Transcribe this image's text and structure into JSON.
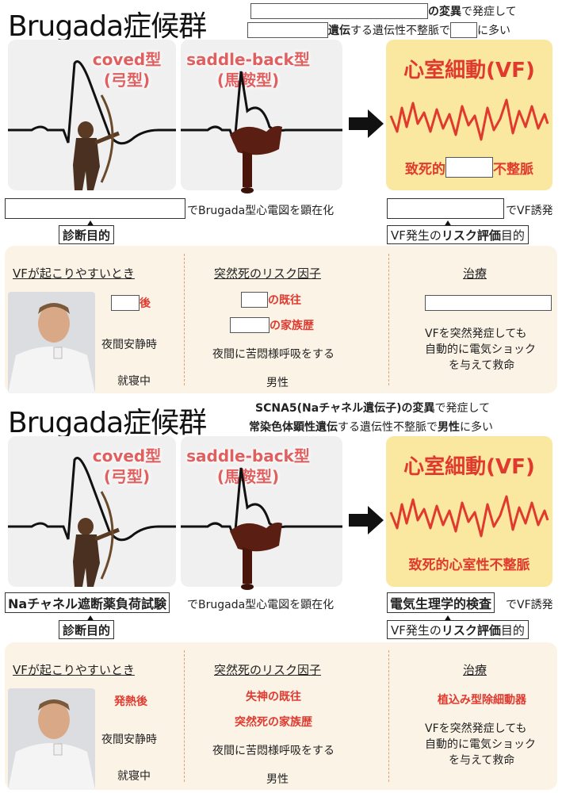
{
  "title": "Brugada症候群",
  "top": {
    "line1_suffix_bold": "の変異",
    "line1_suffix": "で発症して",
    "line2_bold": "遺伝",
    "line2_mid": "する遺伝性不整脈で",
    "line2_end": "に多い"
  },
  "bottom": {
    "line1_bold": "SCNA5(Naチャネル遺伝子)の変異",
    "line1_suffix": "で発症して",
    "line2_bold": "常染色体顕性遺伝",
    "line2_mid": "する遺伝性不整脈で",
    "line2_bold2": "男性",
    "line2_end": "に多い",
    "vf_sub_answer": "心室性",
    "test1": "Naチャネル遮断薬負荷試験",
    "test2": "電気生理学的検査",
    "cause1": "発熱",
    "risk1": "失神",
    "risk2": "突然死",
    "treatment": "植込み型除細動器"
  },
  "coved": {
    "line1": "coved型",
    "line2": "(弓型)"
  },
  "saddle": {
    "line1": "saddle-back型",
    "line2": "(馬鞍型)"
  },
  "vf": {
    "title": "心室細動(VF)",
    "sub_prefix": "致死的",
    "sub_suffix": "不整脈"
  },
  "diag": {
    "after": "でBrugada型心電図を顕在化",
    "purpose": "診断目的"
  },
  "eps": {
    "after": "でVF誘発",
    "purpose_pre": "VF発生の",
    "purpose_bold": "リスク評価",
    "purpose_post": "目的"
  },
  "col1": {
    "head": "VFが起こりやすいとき",
    "after": "後",
    "night": "夜間安静時",
    "sleep": "就寝中"
  },
  "col2": {
    "head": "突然死のリスク因子",
    "risk1_suffix": "の既往",
    "risk2_suffix": "の家族歴",
    "agonal": "夜間に苦悶様呼吸をする",
    "male": "男性"
  },
  "col3": {
    "head": "治療",
    "desc1": "VFを突然発症しても",
    "desc2": "自動的に電気ショック",
    "desc3": "を与えて救命"
  },
  "colors": {
    "vf_red": "#e03a2f",
    "label_pink": "#e06060",
    "vf_bg": "#fbe8a0",
    "panel_bg": "#fbf3e6",
    "divider": "#e0a070"
  },
  "icons": [
    "archer-figure",
    "saddle-figure",
    "right-arrow-icon",
    "sleeping-man-photo"
  ]
}
